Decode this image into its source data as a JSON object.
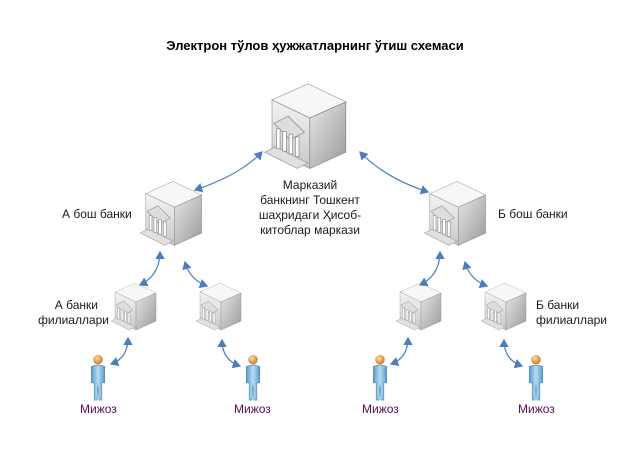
{
  "title": "Электрон тўлов ҳужжатларнинг ўтиш схемаси",
  "center_label": "Марказий банкнинг Тошкент шаҳридаги Ҳисоб-китоблар маркази",
  "center_lines": [
    "Марказий",
    "банкнинг Тошкент",
    "шаҳридаги Ҳисоб-",
    "китоблар маркази"
  ],
  "a_head": "А бош банки",
  "b_head": "Б бош банки",
  "a_branches": [
    "А банки",
    "филиаллари"
  ],
  "b_branches": [
    "Б банки",
    "филиаллари"
  ],
  "clients": [
    "Мижоз",
    "Мижоз",
    "Мижоз",
    "Мижоз"
  ],
  "colors": {
    "arrow": "#4a7ebb",
    "client_text": "#5a0a5a"
  }
}
